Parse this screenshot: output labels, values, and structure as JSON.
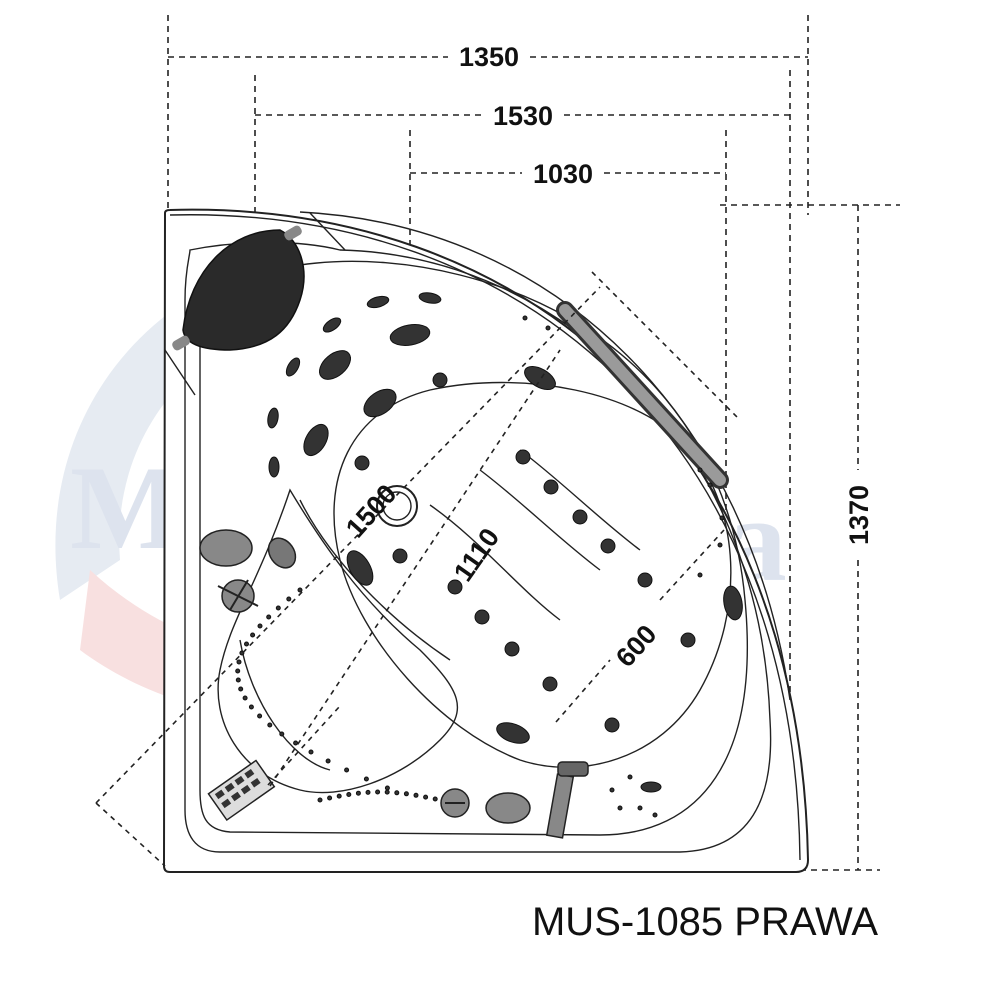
{
  "diagram": {
    "watermark": {
      "text_left": "Mazur",
      "text_right": "pa"
    },
    "dimensions": {
      "d1350": "1350",
      "d1530": "1530",
      "d1030": "1030",
      "d1370": "1370",
      "d1500": "1500",
      "d1110": "1110",
      "d600": "600"
    },
    "model_label": "MUS-1085 PRAWA",
    "colors": {
      "line": "#222222",
      "watermark_blue": "#dde3ee",
      "watermark_red": "#f6dada",
      "headrest": "#2a2a2a",
      "handle": "#9a9a9a"
    }
  }
}
